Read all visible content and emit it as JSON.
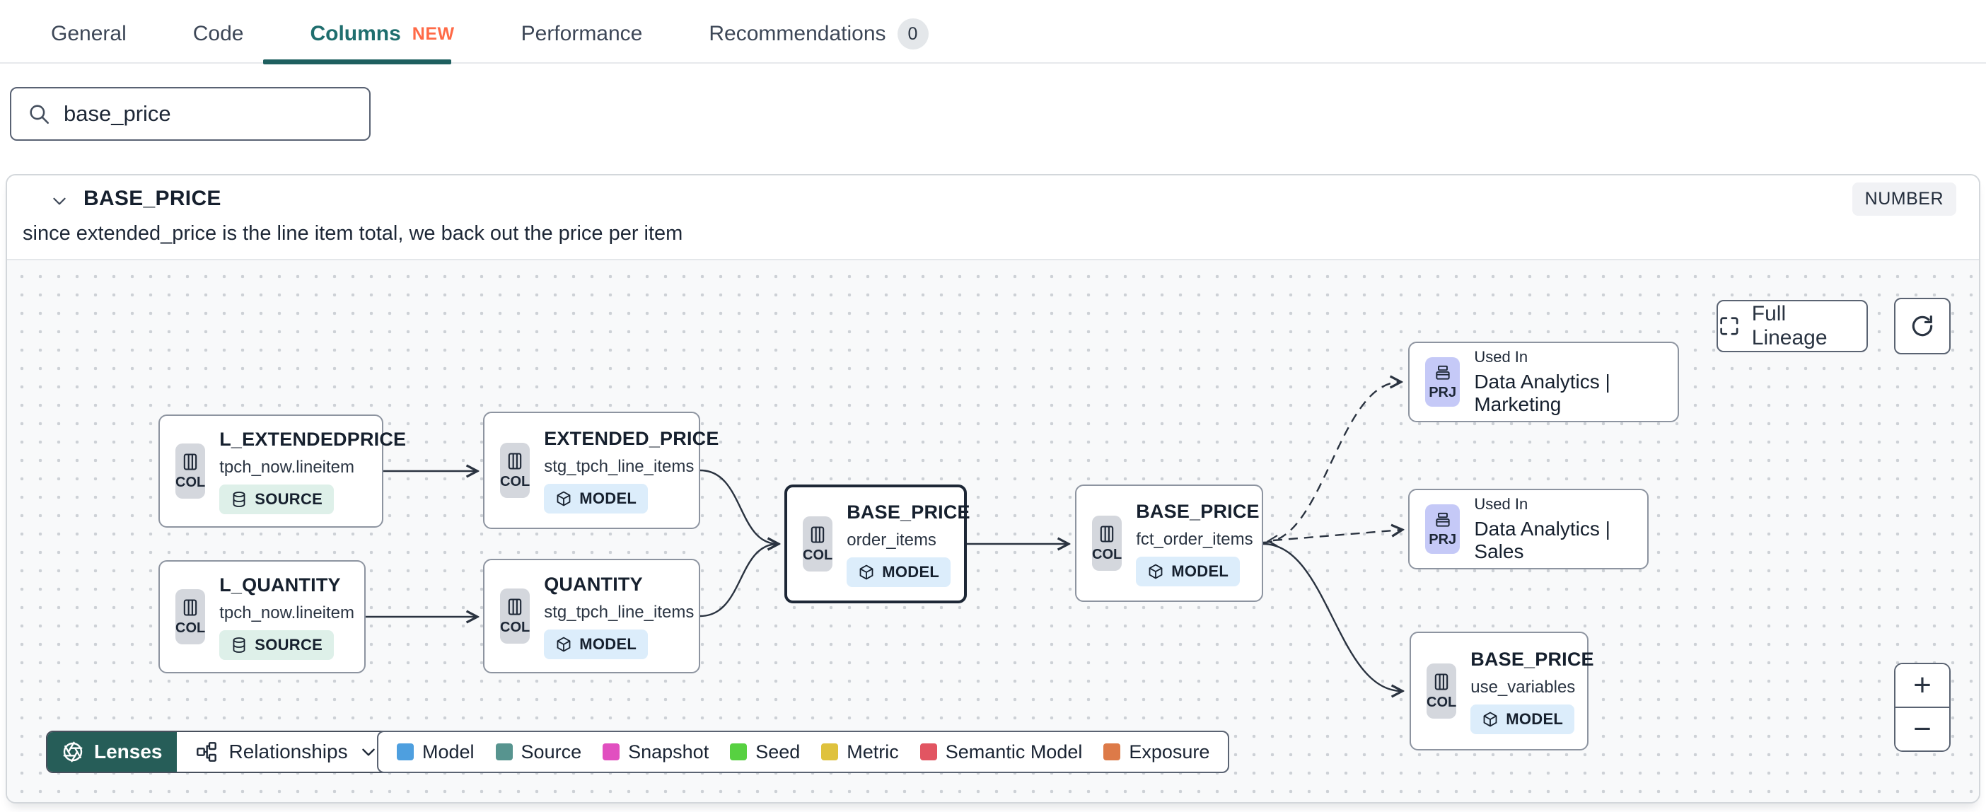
{
  "tabs": {
    "items": [
      {
        "label": "General"
      },
      {
        "label": "Code"
      },
      {
        "label": "Columns",
        "badge": "NEW"
      },
      {
        "label": "Performance"
      },
      {
        "label": "Recommendations",
        "count": "0"
      }
    ]
  },
  "search": {
    "value": "base_price"
  },
  "column": {
    "name": "BASE_PRICE",
    "data_type": "NUMBER",
    "description": "since extended_price is the line item total, we back out the price per item"
  },
  "lineage": {
    "nodes": [
      {
        "title": "L_EXTENDEDPRICE",
        "subtitle": "tpch_now.lineitem",
        "badge": "COL",
        "type_label": "SOURCE"
      },
      {
        "title": "EXTENDED_PRICE",
        "subtitle": "stg_tpch_line_items",
        "badge": "COL",
        "type_label": "MODEL"
      },
      {
        "title": "L_QUANTITY",
        "subtitle": "tpch_now.lineitem",
        "badge": "COL",
        "type_label": "SOURCE"
      },
      {
        "title": "QUANTITY",
        "subtitle": "stg_tpch_line_items",
        "badge": "COL",
        "type_label": "MODEL"
      },
      {
        "title": "BASE_PRICE",
        "subtitle": "order_items",
        "badge": "COL",
        "type_label": "MODEL"
      },
      {
        "title": "BASE_PRICE",
        "subtitle": "fct_order_items",
        "badge": "COL",
        "type_label": "MODEL"
      },
      {
        "kicker": "Used In",
        "title": "Data Analytics | Marketing",
        "badge": "PRJ"
      },
      {
        "kicker": "Used In",
        "title": "Data Analytics | Sales",
        "badge": "PRJ"
      },
      {
        "title": "BASE_PRICE",
        "subtitle": "use_variables",
        "badge": "COL",
        "type_label": "MODEL"
      }
    ],
    "controls": {
      "full_lineage": "Full Lineage",
      "lenses": "Lenses",
      "relationships": "Relationships",
      "zoom_in": "+",
      "zoom_out": "−"
    },
    "legend": {
      "items": [
        {
          "label": "Model",
          "color": "#4e9fdf"
        },
        {
          "label": "Source",
          "color": "#57948f"
        },
        {
          "label": "Snapshot",
          "color": "#e14fc0"
        },
        {
          "label": "Seed",
          "color": "#57d141"
        },
        {
          "label": "Metric",
          "color": "#dfc23d"
        },
        {
          "label": "Semantic Model",
          "color": "#e25562"
        },
        {
          "label": "Exposure",
          "color": "#dd7a48"
        }
      ]
    },
    "edge_color": "#2a3340",
    "accent_teal": "#1e5f5f",
    "accent_orange": "#ff6a47"
  }
}
